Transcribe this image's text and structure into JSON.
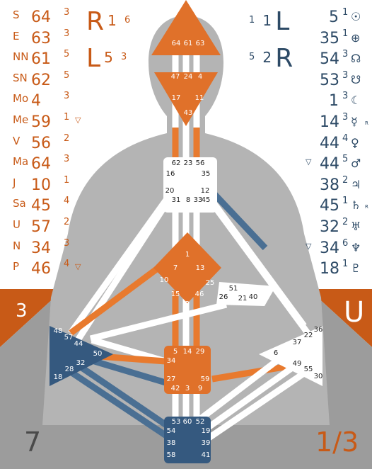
{
  "colors": {
    "design": "#c85a17",
    "personality": "#2d4a66",
    "body_silhouette": "#b4b4b4",
    "background_panel": "#9c9c9c",
    "bottom_panel": "#909090",
    "orange_center": "#e0712a",
    "blue_center": "#35597f",
    "white_center": "#ffffff",
    "orange_channel": "#e87a2e",
    "blue_channel": "#4a6f93"
  },
  "design_column": [
    {
      "planet": "S",
      "gate": "64",
      "line": "3",
      "arrow": ""
    },
    {
      "planet": "E",
      "gate": "63",
      "line": "3",
      "arrow": ""
    },
    {
      "planet": "NN",
      "gate": "61",
      "line": "5",
      "arrow": ""
    },
    {
      "planet": "SN",
      "gate": "62",
      "line": "5",
      "arrow": ""
    },
    {
      "planet": "Mo",
      "gate": "4",
      "line": "3",
      "arrow": ""
    },
    {
      "planet": "Me",
      "gate": "59",
      "line": "1",
      "arrow": "▽"
    },
    {
      "planet": "V",
      "gate": "56",
      "line": "2",
      "arrow": ""
    },
    {
      "planet": "Ma",
      "gate": "64",
      "line": "3",
      "arrow": ""
    },
    {
      "planet": "J",
      "gate": "10",
      "line": "1",
      "arrow": ""
    },
    {
      "planet": "Sa",
      "gate": "45",
      "line": "4",
      "arrow": ""
    },
    {
      "planet": "U",
      "gate": "57",
      "line": "2",
      "arrow": ""
    },
    {
      "planet": "N",
      "gate": "34",
      "line": "3",
      "arrow": ""
    },
    {
      "planet": "P",
      "gate": "46",
      "line": "4",
      "arrow": "▽"
    }
  ],
  "personality_column": [
    {
      "planet": "☉",
      "gate": "5",
      "line": "1",
      "arrow": "",
      "retro": ""
    },
    {
      "planet": "⊕",
      "gate": "35",
      "line": "1",
      "arrow": "",
      "retro": ""
    },
    {
      "planet": "☊",
      "gate": "54",
      "line": "3",
      "arrow": "",
      "retro": ""
    },
    {
      "planet": "☋",
      "gate": "53",
      "line": "3",
      "arrow": "",
      "retro": ""
    },
    {
      "planet": "☾",
      "gate": "1",
      "line": "3",
      "arrow": "",
      "retro": ""
    },
    {
      "planet": "☿",
      "gate": "14",
      "line": "3",
      "arrow": "",
      "retro": "R"
    },
    {
      "planet": "♀",
      "gate": "44",
      "line": "4",
      "arrow": "",
      "retro": ""
    },
    {
      "planet": "♂",
      "gate": "44",
      "line": "5",
      "arrow": "▽",
      "retro": ""
    },
    {
      "planet": "♃",
      "gate": "38",
      "line": "2",
      "arrow": "",
      "retro": ""
    },
    {
      "planet": "♄",
      "gate": "45",
      "line": "1",
      "arrow": "",
      "retro": "R"
    },
    {
      "planet": "♅",
      "gate": "32",
      "line": "2",
      "arrow": "",
      "retro": ""
    },
    {
      "planet": "♆",
      "gate": "34",
      "line": "6",
      "arrow": "▽",
      "retro": ""
    },
    {
      "planet": "♇",
      "gate": "18",
      "line": "1",
      "arrow": "",
      "retro": ""
    }
  ],
  "variables": {
    "design_top": {
      "letter": "R",
      "num1": "1",
      "num2": "6"
    },
    "design_bottom": {
      "letter": "L",
      "num1": "5",
      "num2": "3"
    },
    "pers_top": {
      "letter": "L",
      "num1": "1",
      "num2": "1"
    },
    "pers_bottom": {
      "letter": "R",
      "num1": "2",
      "num2": "5"
    }
  },
  "corners": {
    "left_middle": "3",
    "right_middle": "U",
    "bottom_left": "7",
    "bottom_right": "1/3"
  },
  "gate_labels": {
    "head": [
      "64",
      "61",
      "63"
    ],
    "ajna": [
      "47",
      "24",
      "4",
      "17",
      "11",
      "43"
    ],
    "throat": [
      "62",
      "23",
      "56",
      "16",
      "35",
      "20",
      "12",
      "31",
      "8",
      "33",
      "45"
    ],
    "g": [
      "1",
      "7",
      "13",
      "10",
      "25",
      "15",
      "46",
      "2"
    ],
    "ego": [
      "21",
      "51",
      "26",
      "40"
    ],
    "spleen": [
      "48",
      "57",
      "44",
      "50",
      "32",
      "28",
      "18"
    ],
    "sacral": [
      "5",
      "14",
      "29",
      "34",
      "27",
      "59",
      "42",
      "3",
      "9"
    ],
    "solar_plexus": [
      "36",
      "22",
      "37",
      "6",
      "49",
      "55",
      "30"
    ],
    "root": [
      "53",
      "60",
      "52",
      "54",
      "19",
      "38",
      "39",
      "58",
      "41"
    ]
  }
}
